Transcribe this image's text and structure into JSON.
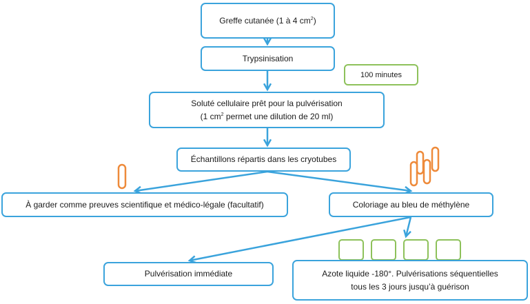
{
  "diagram": {
    "type": "flowchart",
    "language": "fr",
    "colors": {
      "step_border": "#3aa3dc",
      "arrow": "#3aa3dc",
      "note_border": "#8dc15a",
      "tube": "#ee8a3a"
    },
    "steps": {
      "graft": {
        "text": "Greffe cutanée (1 à 4 cm",
        "sup": "2",
        "suffix": ")"
      },
      "trypsin": {
        "text": "Trypsinisation"
      },
      "solution": {
        "line1": "Soluté cellulaire prêt pour la pulvérisation",
        "line2_prefix": "(1 cm",
        "line2_sup": "2",
        "line2_suffix": " permet une dilution de 20 ml)"
      },
      "samples": {
        "text": "Échantillons répartis dans les cryotubes"
      },
      "keep": {
        "text": "À garder comme preuves scientifique et médico-légale (facultatif)"
      },
      "stain": {
        "text": "Coloriage au bleu de méthylène"
      },
      "immediate": {
        "text": "Pulvérisation immédiate"
      },
      "nitrogen": {
        "line1": "Azote liquide -180°. Pulvérisations séquentielles",
        "line2": "tous les 3 jours jusqu’à guérison"
      }
    },
    "notes": {
      "duration": "100 minutes"
    },
    "icons": {
      "single_tube": "cryotube-icon",
      "tube_cluster": "cryotube-group-icon",
      "storage_slots": 4
    },
    "edges": [
      [
        "graft",
        "trypsin"
      ],
      [
        "trypsin",
        "solution"
      ],
      [
        "solution",
        "samples"
      ],
      [
        "samples",
        "keep"
      ],
      [
        "samples",
        "stain"
      ],
      [
        "stain",
        "immediate"
      ],
      [
        "stain",
        "nitrogen"
      ]
    ]
  }
}
